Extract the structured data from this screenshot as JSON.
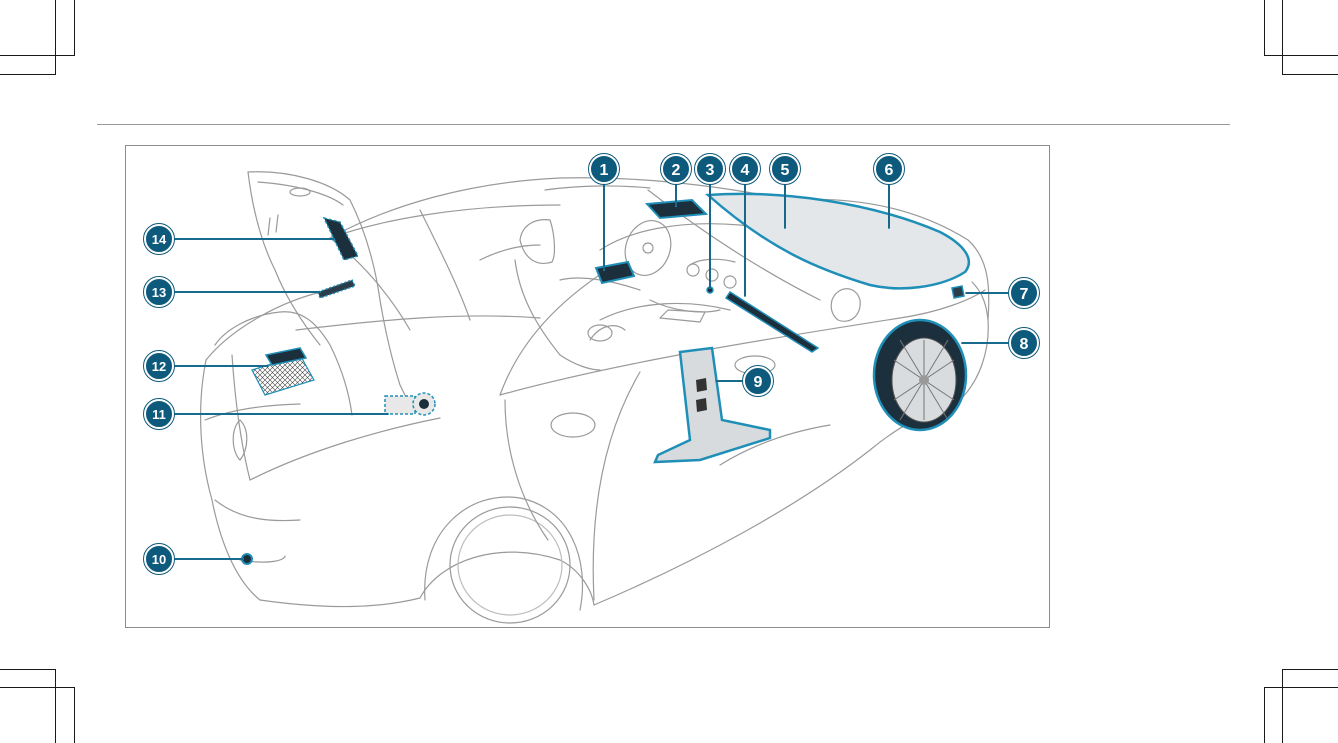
{
  "diagram": {
    "callouts": [
      {
        "label": "1"
      },
      {
        "label": "2"
      },
      {
        "label": "3"
      },
      {
        "label": "4"
      },
      {
        "label": "5"
      },
      {
        "label": "6"
      },
      {
        "label": "7"
      },
      {
        "label": "8"
      },
      {
        "label": "9"
      },
      {
        "label": "10"
      },
      {
        "label": "11"
      },
      {
        "label": "12"
      },
      {
        "label": "13"
      },
      {
        "label": "14"
      }
    ]
  },
  "colors": {
    "callout_fill": "#0e5a7c",
    "callout_ring": "#ffffff",
    "highlight": "#1f8fb8",
    "component_dark": "#1c2f3d",
    "glass": "#e3e7ea"
  }
}
